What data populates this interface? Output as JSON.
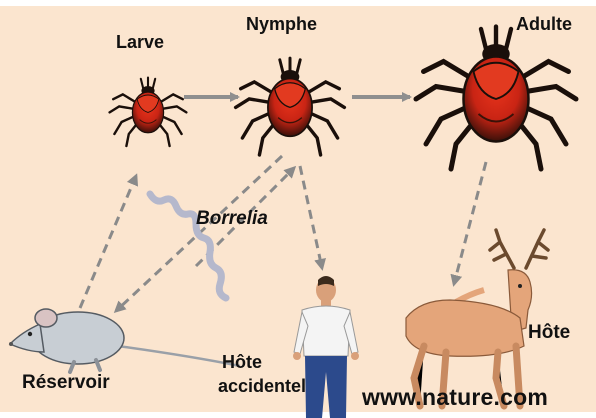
{
  "labels": {
    "larve": "Larve",
    "nymphe": "Nymphe",
    "adulte": "Adulte",
    "borrelia": "Borrelia",
    "reservoir": "Réservoir",
    "hote_accidentel_1": "Hôte",
    "hote_accidentel_2": "accidentel",
    "hote": "Hôte",
    "website": "www.nature.com"
  },
  "colors": {
    "background": "#fbe5cf",
    "tick_body": "#c92414",
    "tick_dark": "#1a0f0a",
    "solid_arrow": "#8f8f8f",
    "dashed_arrow": "#8a8a8a",
    "deer": "#e4a57a",
    "mouse": "#c8ced4",
    "bacterium": "#b5b8cc"
  },
  "icons": [
    "larva-tick",
    "nymph-tick",
    "adult-tick",
    "mouse-figure",
    "person-figure",
    "deer-figure",
    "bacterium-squiggle"
  ]
}
